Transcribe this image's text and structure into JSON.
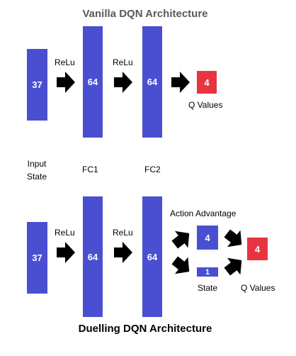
{
  "vanilla": {
    "title": "Vanilla DQN Architecture",
    "input_value": "37",
    "fc1_value": "64",
    "fc2_value": "64",
    "output_value": "4",
    "relu_1": "ReLu",
    "relu_2": "ReLu",
    "q_values_label": "Q Values",
    "input_label_line1": "Input",
    "input_label_line2": "State",
    "fc1_label": "FC1",
    "fc2_label": "FC2"
  },
  "duelling": {
    "title": "Duelling DQN Architecture",
    "input_value": "37",
    "fc1_value": "64",
    "fc2_value": "64",
    "advantage_value": "4",
    "state_value": "1",
    "output_value": "4",
    "relu_1": "ReLu",
    "relu_2": "ReLu",
    "action_advantage_label": "Action Advantage",
    "state_label": "State",
    "q_values_label": "Q Values"
  },
  "colors": {
    "layer": "#4a4fd1",
    "output": "#e83340",
    "arrow": "#000000",
    "top_title": "#595959"
  }
}
